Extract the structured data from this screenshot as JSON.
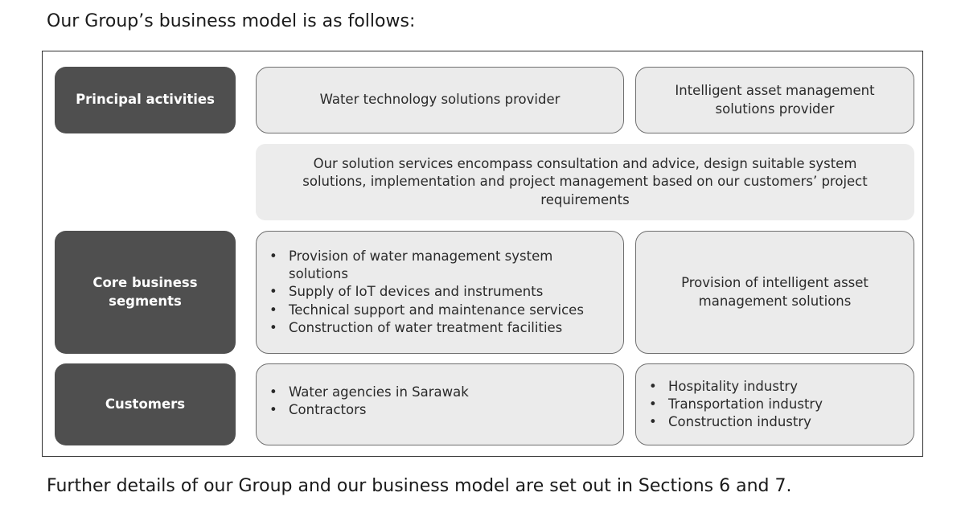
{
  "intro_text": "Our Group’s business model is as follows:",
  "outro_text": "Further details of our Group and our business model are set out in Sections 6 and 7.",
  "rows": {
    "principal": {
      "label": "Principal activities",
      "left": "Water technology solutions provider",
      "right": "Intelligent asset management solutions provider",
      "description": "Our solution services encompass consultation and advice, design suitable system solutions, implementation and project management based on our customers’ project requirements"
    },
    "core": {
      "label": "Core business segments",
      "left_items": [
        "Provision of water management system solutions",
        "Supply of IoT devices and instruments",
        "Technical support and maintenance services",
        "Construction of water treatment facilities"
      ],
      "right": "Provision of intelligent asset management solutions"
    },
    "customers": {
      "label": "Customers",
      "left_items": [
        "Water agencies in Sarawak",
        "Contractors"
      ],
      "right_items": [
        "Hospitality industry",
        "Transportation industry",
        "Construction industry"
      ]
    }
  },
  "colors": {
    "label_bg": "#4f4f4f",
    "box_bg": "#ebebeb",
    "box_border": "#6e6e6e"
  }
}
